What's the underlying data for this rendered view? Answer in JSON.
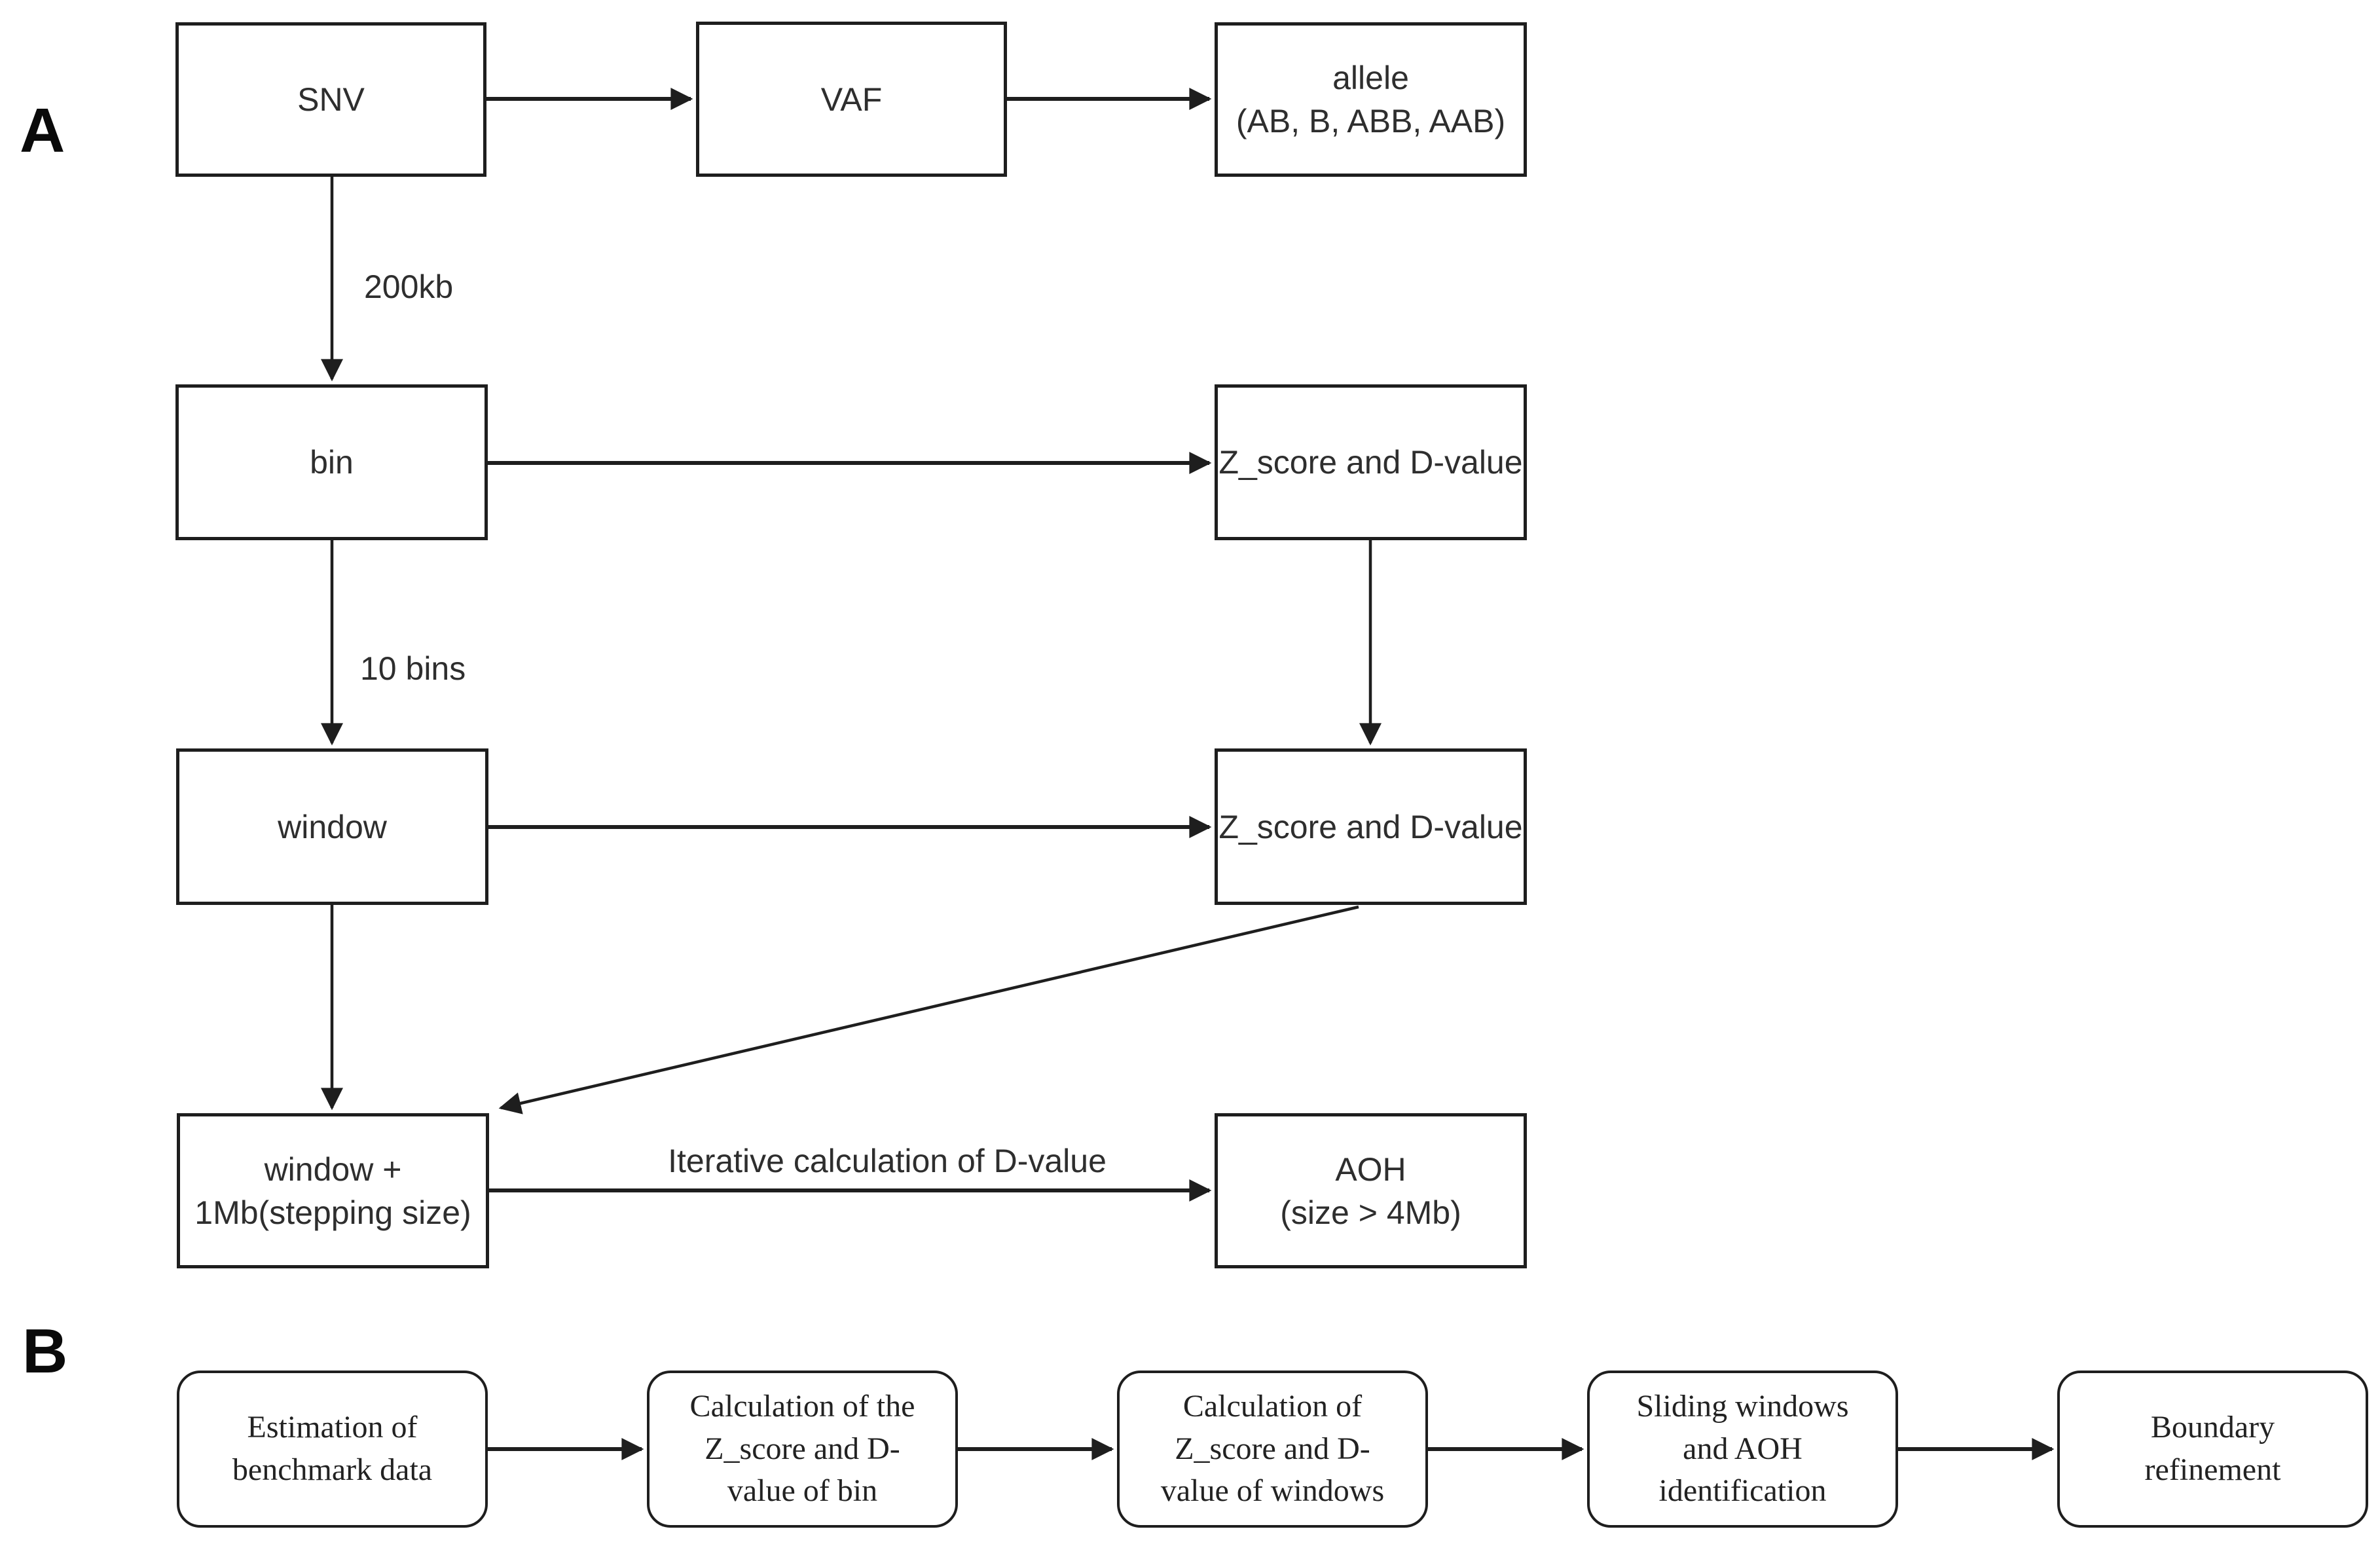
{
  "figure": {
    "panel_a_label": "A",
    "panel_b_label": "B"
  },
  "colors": {
    "background": "#ffffff",
    "line": "#1e1e1e",
    "text": "#2e2e2e"
  },
  "partA": {
    "nodes": [
      {
        "id": "snv",
        "lines": [
          "SNV"
        ]
      },
      {
        "id": "vaf",
        "lines": [
          "VAF"
        ]
      },
      {
        "id": "allele",
        "lines": [
          "allele",
          "(AB, B, ABB, AAB)"
        ]
      },
      {
        "id": "bin",
        "lines": [
          "bin"
        ]
      },
      {
        "id": "zscore-bin",
        "lines": [
          "Z_score and D-value"
        ]
      },
      {
        "id": "window",
        "lines": [
          "window"
        ]
      },
      {
        "id": "zscore-window",
        "lines": [
          "Z_score and D-value"
        ]
      },
      {
        "id": "window-step",
        "lines": [
          "window +",
          "1Mb(stepping size)"
        ]
      },
      {
        "id": "aoh",
        "lines": [
          "AOH",
          "(size > 4Mb)"
        ]
      }
    ],
    "edges": [
      {
        "from": "snv",
        "to": "vaf",
        "label": ""
      },
      {
        "from": "vaf",
        "to": "allele",
        "label": ""
      },
      {
        "from": "snv",
        "to": "bin",
        "label": "200kb"
      },
      {
        "from": "bin",
        "to": "zscore-bin",
        "label": ""
      },
      {
        "from": "bin",
        "to": "window",
        "label": "10 bins"
      },
      {
        "from": "zscore-bin",
        "to": "zscore-window",
        "label": ""
      },
      {
        "from": "window",
        "to": "zscore-window",
        "label": ""
      },
      {
        "from": "window",
        "to": "window-step",
        "label": ""
      },
      {
        "from": "zscore-window",
        "to": "window-step",
        "label": ""
      },
      {
        "from": "window-step",
        "to": "aoh",
        "label": "Iterative calculation of D-value"
      }
    ]
  },
  "partB": {
    "steps": [
      {
        "id": "estimation",
        "lines": [
          "Estimation of",
          "benchmark data"
        ]
      },
      {
        "id": "calc-bin",
        "lines": [
          "Calculation of the",
          "Z_score and D-",
          "value of bin"
        ]
      },
      {
        "id": "calc-windows",
        "lines": [
          "Calculation of",
          "Z_score and D-",
          "value of windows"
        ]
      },
      {
        "id": "sliding-aoh",
        "lines": [
          "Sliding windows",
          "and AOH",
          "identification"
        ]
      },
      {
        "id": "boundary",
        "lines": [
          "Boundary",
          "refinement"
        ]
      }
    ]
  }
}
